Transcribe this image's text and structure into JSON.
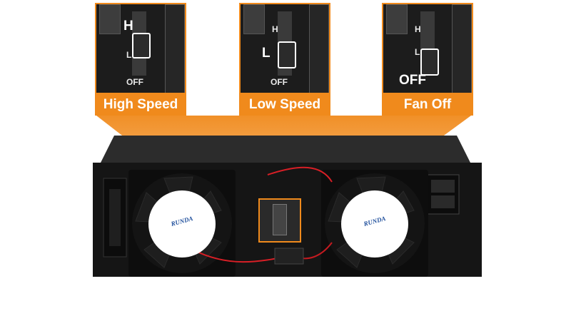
{
  "panels": [
    {
      "label": "High Speed",
      "h": "H",
      "l": "L",
      "off": "OFF"
    },
    {
      "label": "Low Speed",
      "h": "H",
      "l": "L",
      "off": "OFF"
    },
    {
      "label": "Fan Off",
      "h": "H",
      "l": "L",
      "off": "OFF"
    }
  ],
  "fans": {
    "left_brand": "RUNDA",
    "right_brand": "RUNDA"
  },
  "colors": {
    "accent": "#f08a1c",
    "device": "#151515",
    "fan_frame": "#0d0d0d",
    "wire_red": "#d81f26"
  }
}
